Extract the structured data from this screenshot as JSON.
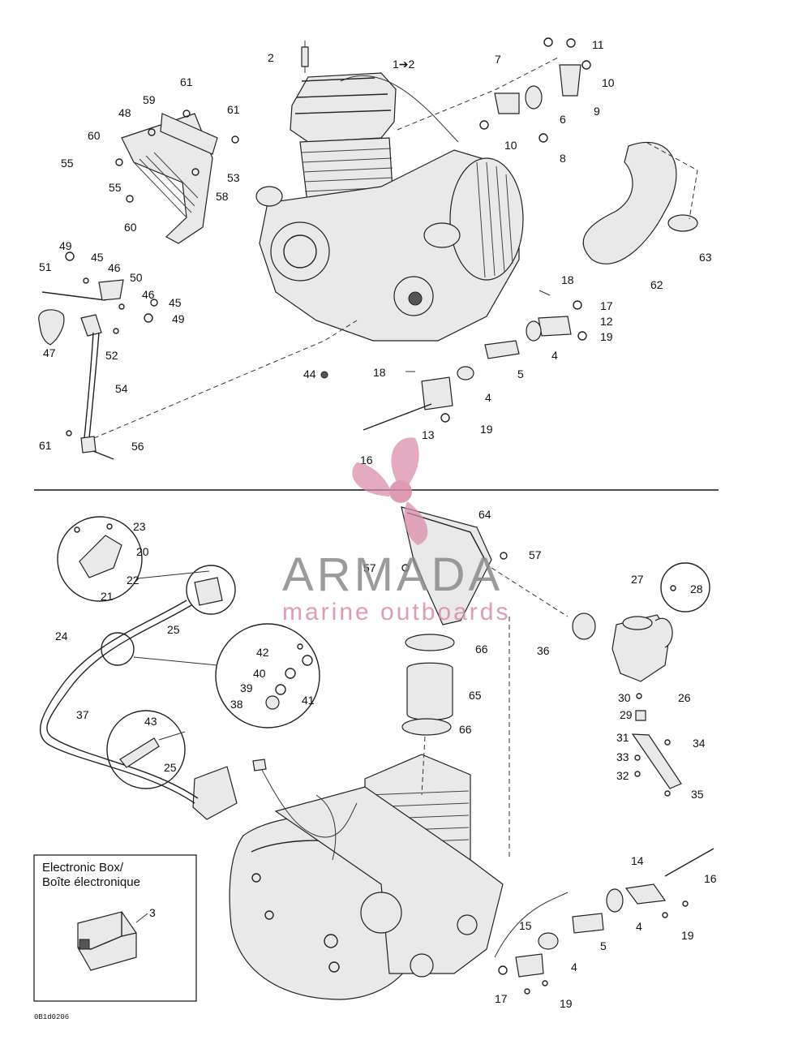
{
  "watermark": {
    "brand": "ARMADA",
    "tagline": "marine outboards"
  },
  "electronic_box": {
    "title_en": "Electronic Box/",
    "title_fr": "Boîte électronique",
    "part_number": "3"
  },
  "drawing_code": "0B1d0206",
  "callouts": {
    "top": [
      "2",
      "1➔2",
      "7",
      "11",
      "10",
      "6",
      "9",
      "10",
      "8",
      "61",
      "59",
      "61",
      "48",
      "60",
      "55",
      "53",
      "58",
      "55",
      "60",
      "49",
      "45",
      "51",
      "46",
      "50",
      "46",
      "45",
      "49",
      "47",
      "52",
      "54",
      "61",
      "56",
      "62",
      "63",
      "18",
      "17",
      "12",
      "19",
      "4",
      "5",
      "44",
      "18",
      "4",
      "19",
      "13",
      "16"
    ],
    "bottom": [
      "64",
      "57",
      "57",
      "23",
      "20",
      "22",
      "21",
      "25",
      "24",
      "42",
      "40",
      "41",
      "39",
      "38",
      "37",
      "43",
      "25",
      "66",
      "65",
      "66",
      "27",
      "28",
      "36",
      "30",
      "26",
      "29",
      "31",
      "34",
      "33",
      "32",
      "35",
      "14",
      "16",
      "4",
      "19",
      "15",
      "5",
      "4",
      "17",
      "19"
    ]
  }
}
